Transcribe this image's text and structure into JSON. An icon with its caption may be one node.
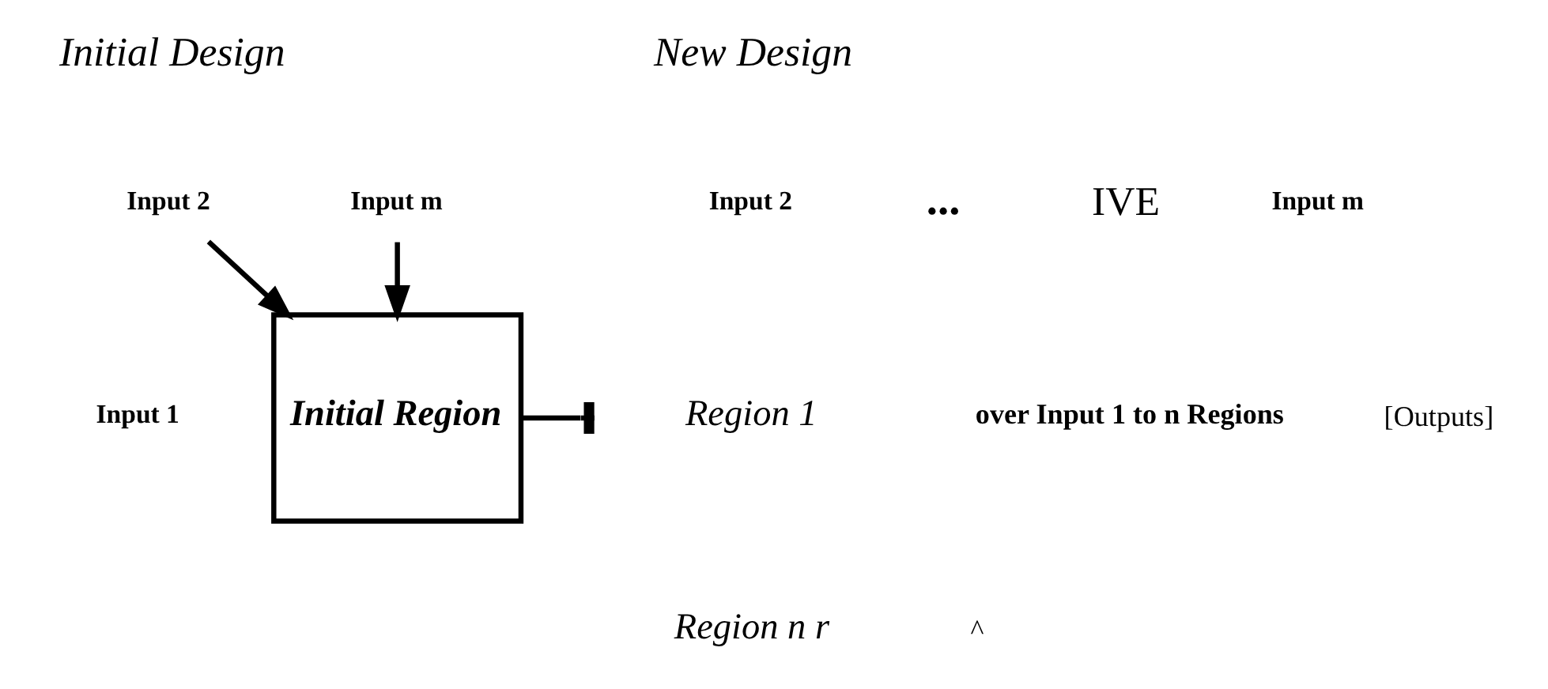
{
  "diagram": {
    "nodes": [
      {
        "text": [
          "Input 2"
        ]
      },
      {
        "text": [
          "Input m"
        ]
      },
      {
        "text": [
          "Initial Region"
        ]
      }
    ],
    "edges": [
      {
        "from": 0,
        "to": 2,
        "arrow": "to"
      },
      {
        "from": 1,
        "to": 2,
        "arrow": "to"
      },
      {
        "from": 2,
        "to": null,
        "arrow": "other"
      }
    ],
    "labels": [
      "Initial Design",
      "Input 1",
      "[Outputs]",
      "...",
      "IVE",
      "over Input 1 to n Regions",
      "New Design",
      "Input 2",
      "Input m",
      "Region 1",
      "^",
      "Region n r"
    ]
  }
}
